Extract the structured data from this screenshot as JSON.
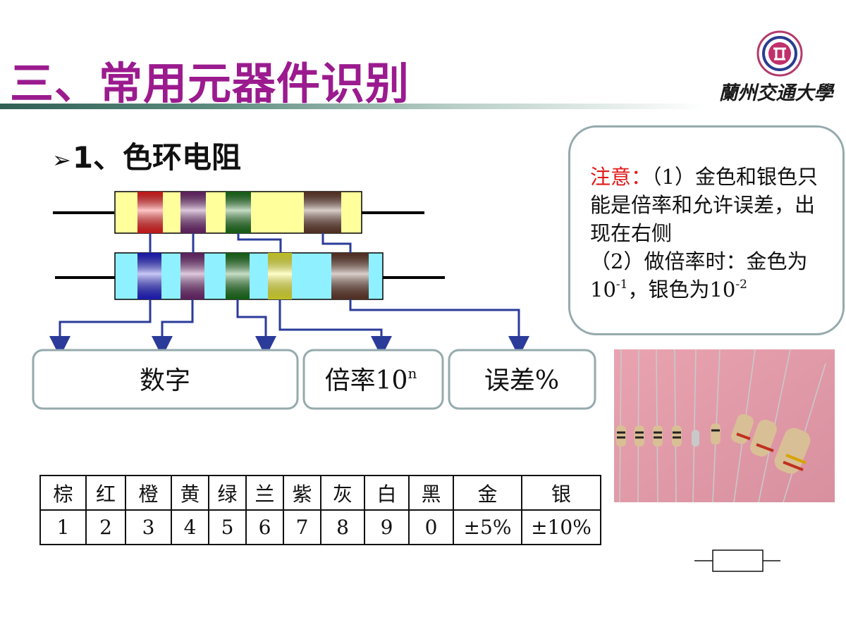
{
  "slide": {
    "title": "三、常用元器件识别",
    "logo_text": "蘭州交通大學"
  },
  "section": {
    "bullet": "➢",
    "heading": "1、色环电阻"
  },
  "diagram": {
    "resistor_top": {
      "body_color": "#ffff9c",
      "band_colors": [
        "#ff2020",
        "#7a2a7a",
        "#1c7a1c",
        "#6b3e2e"
      ]
    },
    "resistor_bottom": {
      "body_color": "#8ff0ff",
      "band_colors": [
        "#2222e0",
        "#7a2a7a",
        "#1c7a1c",
        "#ffff33",
        "#6b3e2e"
      ]
    },
    "connector_color": "#2b3b9a",
    "boxes": {
      "digits_label": "数字",
      "multiplier_label": "倍率10",
      "multiplier_exponent": "n",
      "tolerance_label": "误差%"
    }
  },
  "note": {
    "label": "注意",
    "colon": "：",
    "text_1": "（1）金色和银色只能是倍率和允许误差，出现在右侧",
    "text_2": "（2）做倍率时：金色为10",
    "gold_exponent": "-1",
    "middle": "，银色为10",
    "silver_exponent": "-2"
  },
  "color_code_table": {
    "colors": [
      "棕",
      "红",
      "橙",
      "黄",
      "绿",
      "兰",
      "紫",
      "灰",
      "白",
      "黑",
      "金",
      "银"
    ],
    "values": [
      "1",
      "2",
      "3",
      "4",
      "5",
      "6",
      "7",
      "8",
      "9",
      "0",
      "±5%",
      "±10%"
    ]
  }
}
